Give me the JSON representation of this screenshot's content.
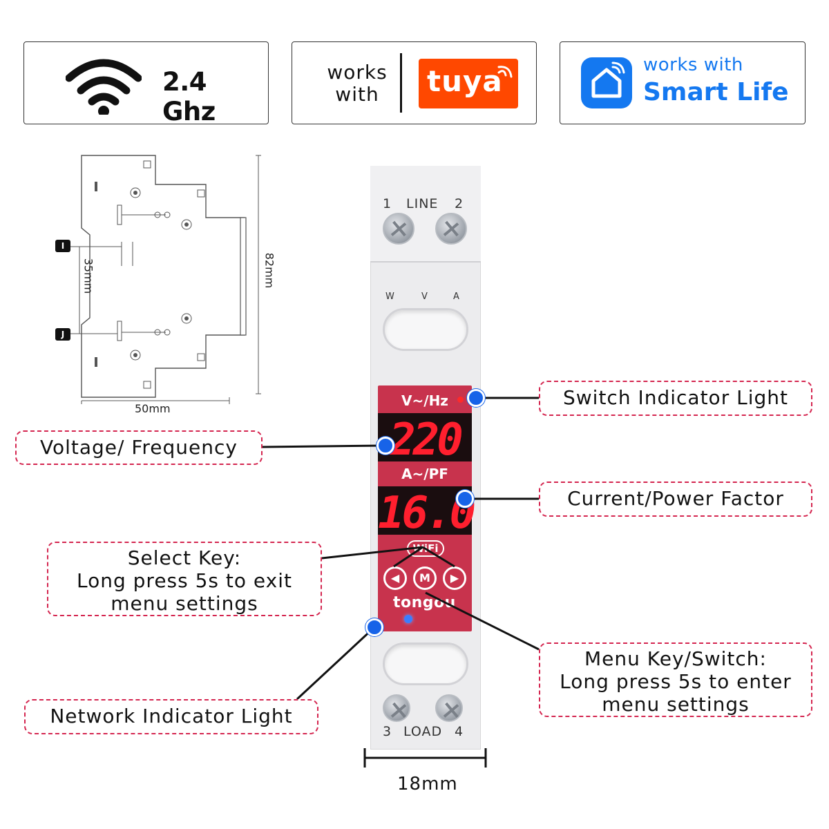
{
  "badges": {
    "wifi": {
      "text": "2.4 Ghz",
      "icon": "wifi-icon"
    },
    "tuya": {
      "works_with": [
        "works",
        "with"
      ],
      "logo_text": "tuya",
      "logo_color": "#ff4800"
    },
    "smart_life": {
      "small": "works with",
      "big": "Smart Life",
      "brand_color": "#1478f0",
      "icon": "home-icon"
    }
  },
  "drawing": {
    "width_label": "50mm",
    "rail_label": "35mm",
    "height_label": "82mm",
    "tag_top": "I",
    "tag_bottom": "J"
  },
  "device": {
    "line_label": {
      "left": "1",
      "mid": "LINE",
      "right": "2"
    },
    "load_label": {
      "left": "3",
      "mid": "LOAD",
      "right": "4"
    },
    "mode_labels": [
      "W",
      "V",
      "A"
    ],
    "display": {
      "top_label": "V~/Hz",
      "top_value": "220",
      "bottom_label": "A~/PF",
      "bottom_value": "16.0",
      "digit_color": "#ff1f2e"
    },
    "wifi_chip": "WiFi",
    "keys": {
      "left": "◀",
      "middle": "M",
      "right": "▶"
    },
    "brand": "tongou",
    "panel_color": "#c8334d"
  },
  "width_dimension": "18mm",
  "callouts": {
    "switch_indicator": "Switch Indicator Light",
    "voltage": "Voltage/ Frequency",
    "current": "Current/Power Factor",
    "select_key": [
      "Select Key:",
      "Long press 5s to exit",
      "menu settings"
    ],
    "menu_key": [
      "Menu Key/Switch:",
      "Long press 5s to enter",
      "menu settings"
    ],
    "network_indicator": "Network Indicator Light",
    "border_color": "#d4254f",
    "dot_color": "#1763e8"
  }
}
